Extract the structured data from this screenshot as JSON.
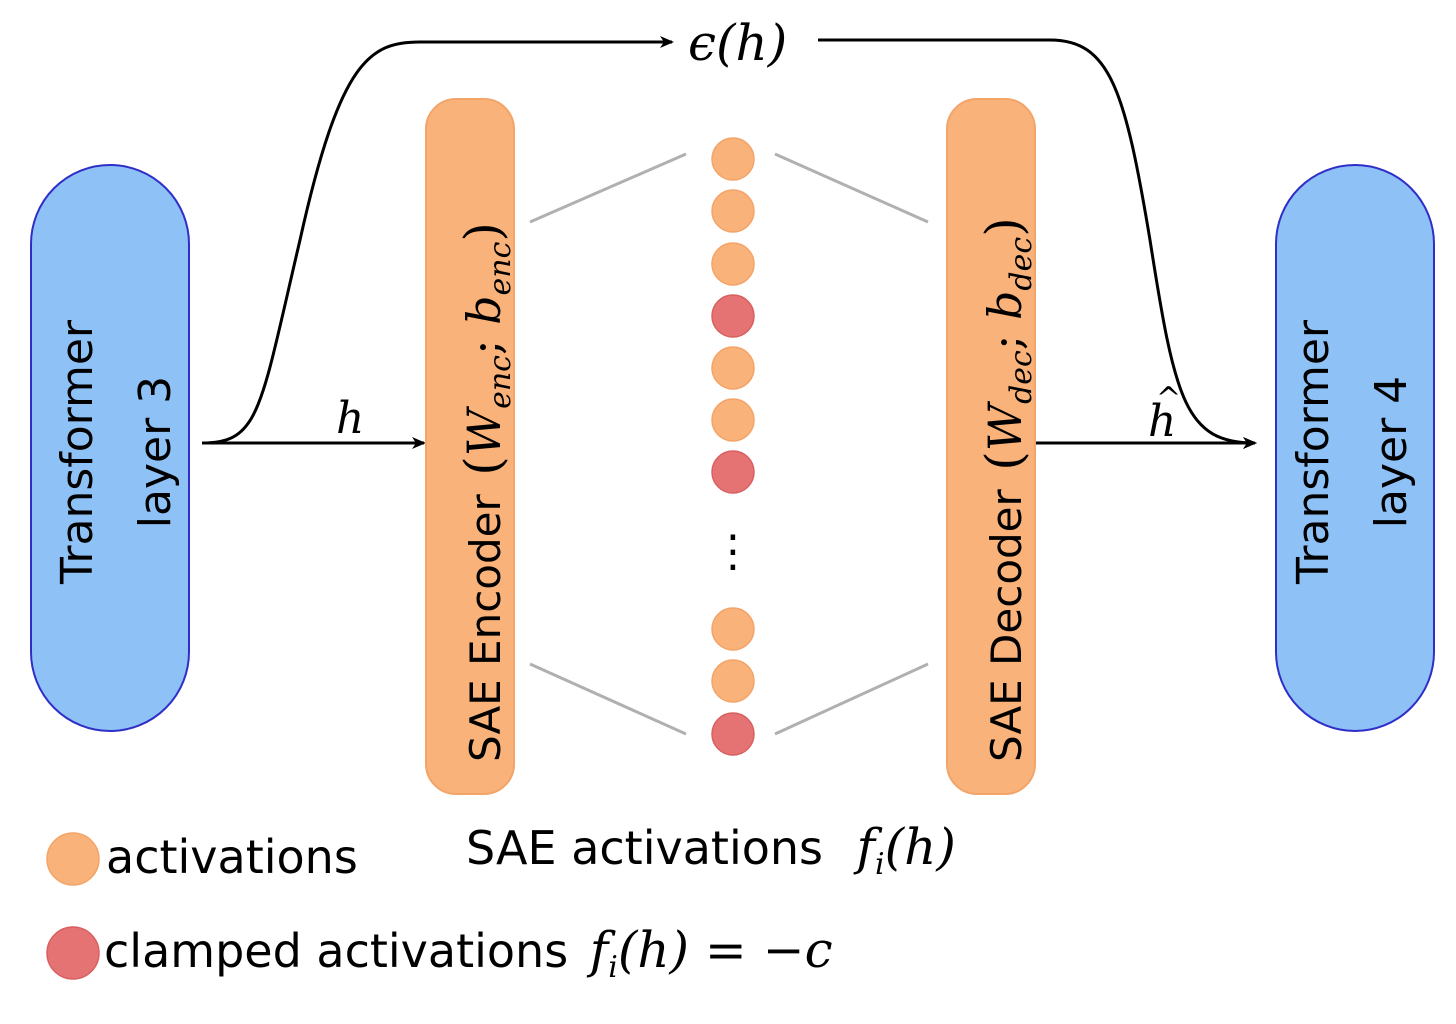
{
  "colors": {
    "transformer_fill": "#8ec1f5",
    "transformer_stroke": "#2f2fc8",
    "sae_fill": "#f9b27a",
    "sae_stroke": "#f3a468",
    "activation": "#f9b27a",
    "clamped": "#e57373",
    "connector": "#b0b0b0",
    "arrow": "#000000"
  },
  "transformer_left": {
    "line1": "Transformer",
    "line2": "layer 3"
  },
  "transformer_right": {
    "line1": "Transformer",
    "line2": "layer 4"
  },
  "encoder": {
    "label": "SAE Encoder",
    "W": "W",
    "W_sub": "enc",
    "b": "b",
    "b_sub": "enc"
  },
  "decoder": {
    "label": "SAE Decoder",
    "W": "W",
    "W_sub": "dec",
    "b": "b",
    "b_sub": "dec"
  },
  "edge_labels": {
    "input": "h",
    "output": "h",
    "output_hat": "^",
    "error_eps": "ϵ",
    "error_arg": "(h)"
  },
  "activation_column": {
    "states": [
      "activation",
      "activation",
      "activation",
      "clamped",
      "activation",
      "activation",
      "clamped",
      "activation",
      "activation",
      "clamped"
    ],
    "ellipsis": "⋮"
  },
  "caption": {
    "text": "SAE activations",
    "f": "f",
    "sub": "i",
    "arg": "(h)"
  },
  "legend": {
    "activations": "activations",
    "clamped_text": "clamped activations",
    "clamped_f": "f",
    "clamped_sub": "i",
    "clamped_rest": "(h) = −c"
  }
}
